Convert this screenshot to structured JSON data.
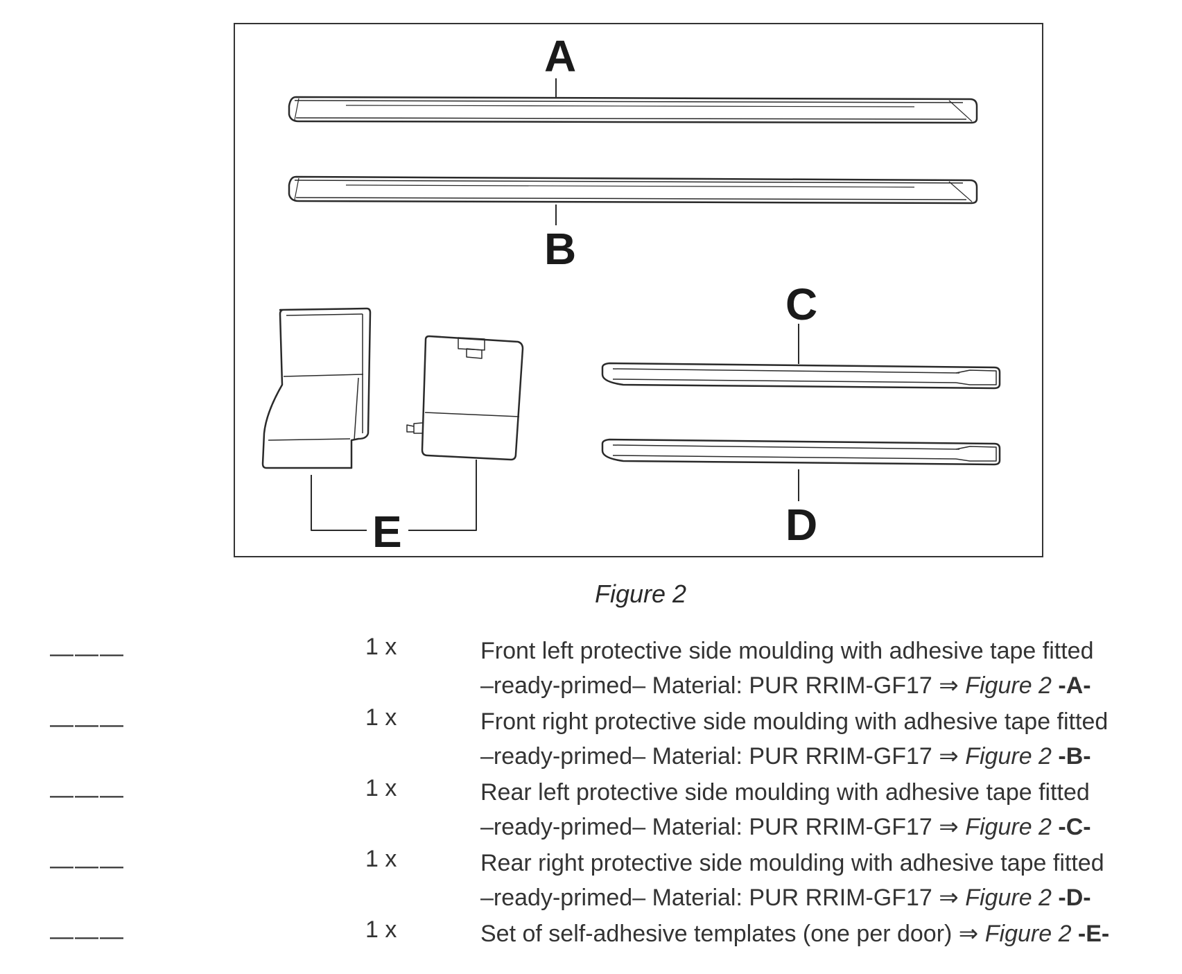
{
  "figure": {
    "labels": {
      "a": "A",
      "b": "B",
      "c": "C",
      "d": "D",
      "e": "E"
    },
    "caption": "Figure 2"
  },
  "parts": [
    {
      "dash": "———",
      "qty": "1 x",
      "line1": "Front left protective side moulding with adhesive tape fitted",
      "line2": "–ready-primed– Material:  PUR RRIM-GF17 ⇒ ",
      "ref": "Figure 2",
      "letter": " -A-"
    },
    {
      "dash": "———",
      "qty": "1 x",
      "line1": "Front right protective side moulding with adhesive tape fitted",
      "line2": "–ready-primed– Material:  PUR RRIM-GF17 ⇒ ",
      "ref": "Figure 2",
      "letter": " -B-"
    },
    {
      "dash": "———",
      "qty": "1 x",
      "line1": "Rear left protective side moulding with adhesive tape fitted",
      "line2": "–ready-primed– Material:  PUR RRIM-GF17 ⇒ ",
      "ref": "Figure 2",
      "letter": " -C-"
    },
    {
      "dash": "———",
      "qty": "1 x",
      "line1": "Rear right protective side moulding with adhesive tape fitted",
      "line2": "–ready-primed– Material:  PUR RRIM-GF17 ⇒ ",
      "ref": "Figure 2",
      "letter": " -D-"
    },
    {
      "dash": "———",
      "qty": "1 x",
      "line1": "Set of self-adhesive templates (one per door) ⇒ ",
      "ref": "Figure 2",
      "letter": " -E-"
    }
  ]
}
